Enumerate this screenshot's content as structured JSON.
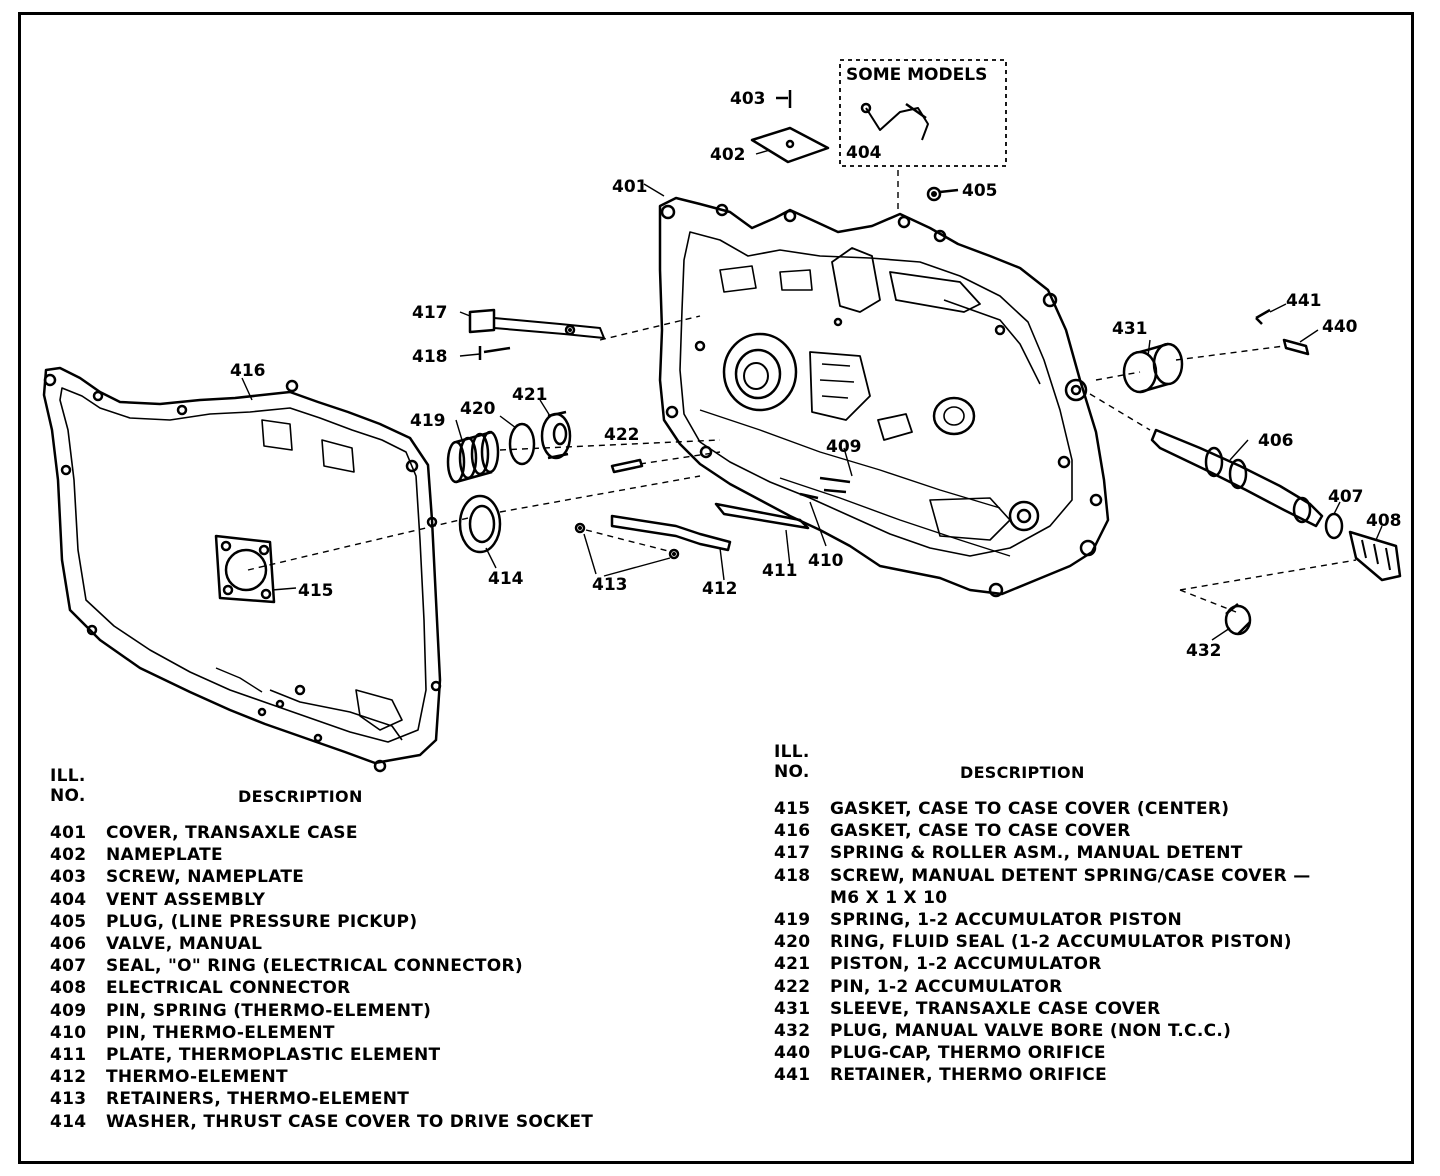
{
  "diagram": {
    "some_models_label": "SOME MODELS",
    "callouts": {
      "c401": "401",
      "c402": "402",
      "c403": "403",
      "c404": "404",
      "c405": "405",
      "c406": "406",
      "c407": "407",
      "c408": "408",
      "c409": "409",
      "c410": "410",
      "c411": "411",
      "c412": "412",
      "c413": "413",
      "c414": "414",
      "c415": "415",
      "c416": "416",
      "c417": "417",
      "c418": "418",
      "c419": "419",
      "c420": "420",
      "c421": "421",
      "c422": "422",
      "c431": "431",
      "c432": "432",
      "c440": "440",
      "c441": "441"
    }
  },
  "legend_left": {
    "ill_label": "ILL.",
    "no_label": "NO.",
    "description_label": "DESCRIPTION",
    "items": [
      {
        "no": "401",
        "desc": "COVER, TRANSAXLE CASE"
      },
      {
        "no": "402",
        "desc": "NAMEPLATE"
      },
      {
        "no": "403",
        "desc": "SCREW, NAMEPLATE"
      },
      {
        "no": "404",
        "desc": "VENT ASSEMBLY"
      },
      {
        "no": "405",
        "desc": "PLUG, (LINE PRESSURE PICKUP)"
      },
      {
        "no": "406",
        "desc": "VALVE, MANUAL"
      },
      {
        "no": "407",
        "desc": "SEAL, \"O\" RING (ELECTRICAL CONNECTOR)"
      },
      {
        "no": "408",
        "desc": "ELECTRICAL CONNECTOR"
      },
      {
        "no": "409",
        "desc": "PIN, SPRING (THERMO-ELEMENT)"
      },
      {
        "no": "410",
        "desc": "PIN, THERMO-ELEMENT"
      },
      {
        "no": "411",
        "desc": "PLATE, THERMOPLASTIC ELEMENT"
      },
      {
        "no": "412",
        "desc": "THERMO-ELEMENT"
      },
      {
        "no": "413",
        "desc": "RETAINERS, THERMO-ELEMENT"
      },
      {
        "no": "414",
        "desc": "WASHER, THRUST CASE COVER TO DRIVE SOCKET"
      }
    ]
  },
  "legend_right": {
    "ill_label": "ILL.",
    "no_label": "NO.",
    "description_label": "DESCRIPTION",
    "items": [
      {
        "no": "415",
        "desc": "GASKET, CASE TO CASE COVER (CENTER)"
      },
      {
        "no": "416",
        "desc": "GASKET, CASE TO CASE COVER"
      },
      {
        "no": "417",
        "desc": "SPRING & ROLLER ASM., MANUAL DETENT"
      },
      {
        "no": "418",
        "desc": "SCREW, MANUAL DETENT SPRING/CASE COVER —"
      },
      {
        "no": "",
        "desc": "M6 X 1 X 10"
      },
      {
        "no": "419",
        "desc": "SPRING, 1-2 ACCUMULATOR PISTON"
      },
      {
        "no": "420",
        "desc": "RING, FLUID SEAL (1-2 ACCUMULATOR PISTON)"
      },
      {
        "no": "421",
        "desc": "PISTON, 1-2 ACCUMULATOR"
      },
      {
        "no": "422",
        "desc": "PIN, 1-2 ACCUMULATOR"
      },
      {
        "no": "431",
        "desc": "SLEEVE, TRANSAXLE CASE COVER"
      },
      {
        "no": "432",
        "desc": "PLUG, MANUAL VALVE BORE (NON T.C.C.)"
      },
      {
        "no": "440",
        "desc": "PLUG-CAP, THERMO ORIFICE"
      },
      {
        "no": "441",
        "desc": "RETAINER, THERMO ORIFICE"
      }
    ]
  }
}
